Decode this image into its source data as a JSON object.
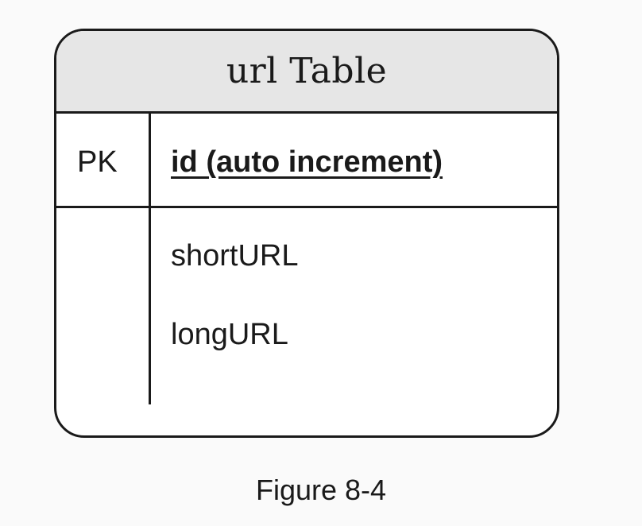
{
  "table": {
    "title": "url Table",
    "primary_key": {
      "label": "PK",
      "field": "id (auto increment)"
    },
    "fields": [
      "shortURL",
      "longURL"
    ]
  },
  "caption": "Figure 8-4"
}
